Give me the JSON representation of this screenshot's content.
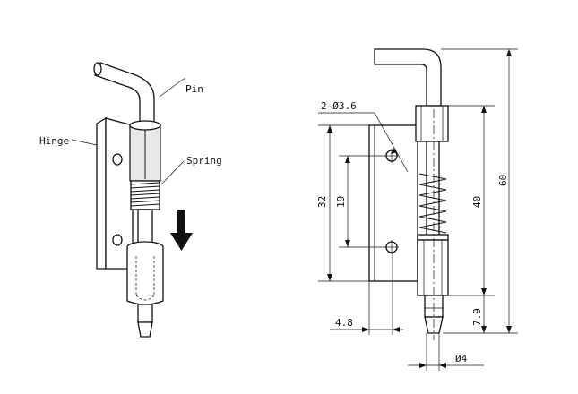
{
  "labels": {
    "pin": "Pin",
    "hinge": "Hinge",
    "spring": "Spring"
  },
  "dimensions": {
    "hole": "2-Ø3.6",
    "width": "4.8",
    "pin_dia": "Ø4",
    "d32": "32",
    "d19": "19",
    "d40": "40",
    "d60": "60",
    "d79": "7.9"
  }
}
